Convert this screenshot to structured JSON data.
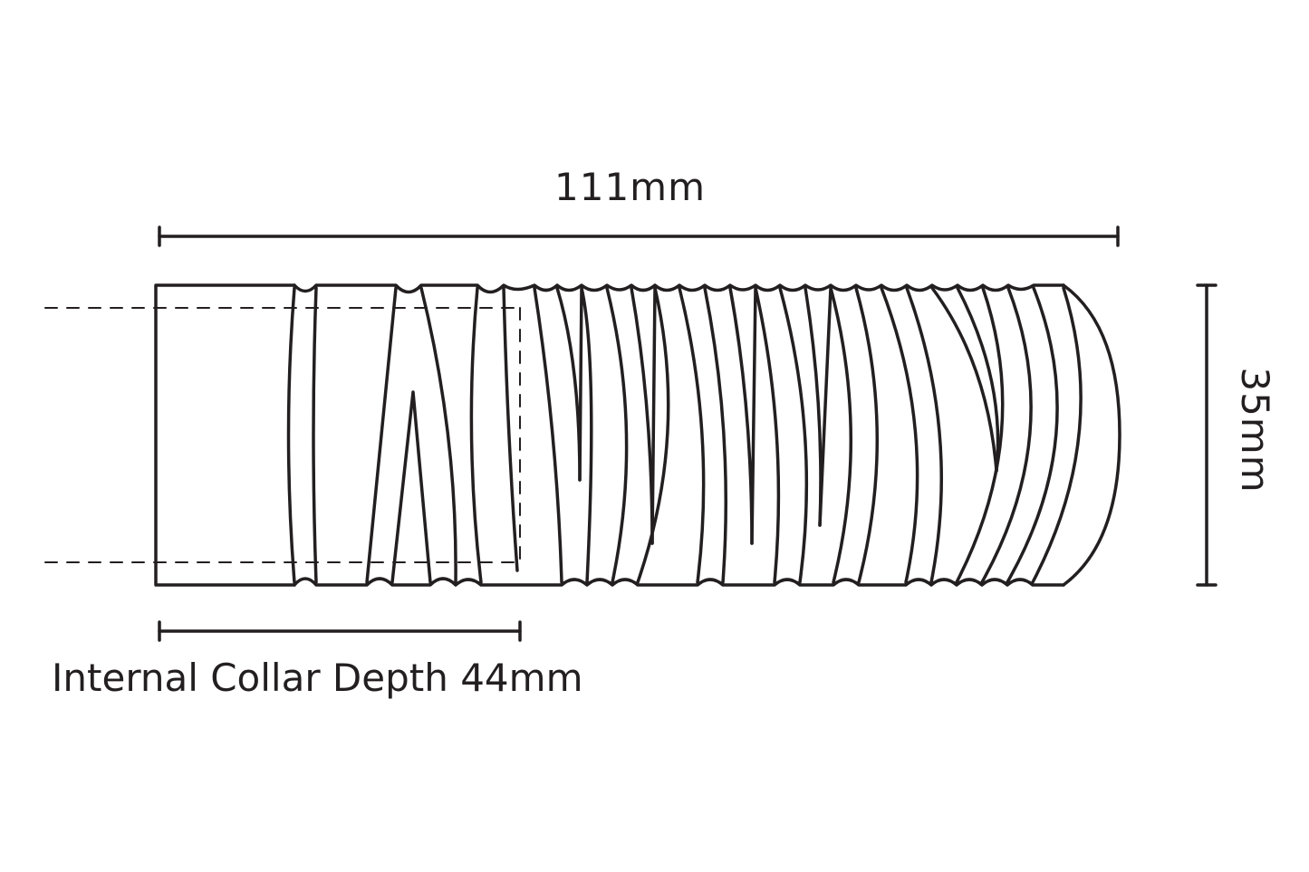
{
  "dimensions": {
    "length": "111mm",
    "diameter": "35mm",
    "collar_depth": "Internal Collar Depth 44mm"
  },
  "colors": {
    "line": "#231f20",
    "background": "#ffffff"
  }
}
